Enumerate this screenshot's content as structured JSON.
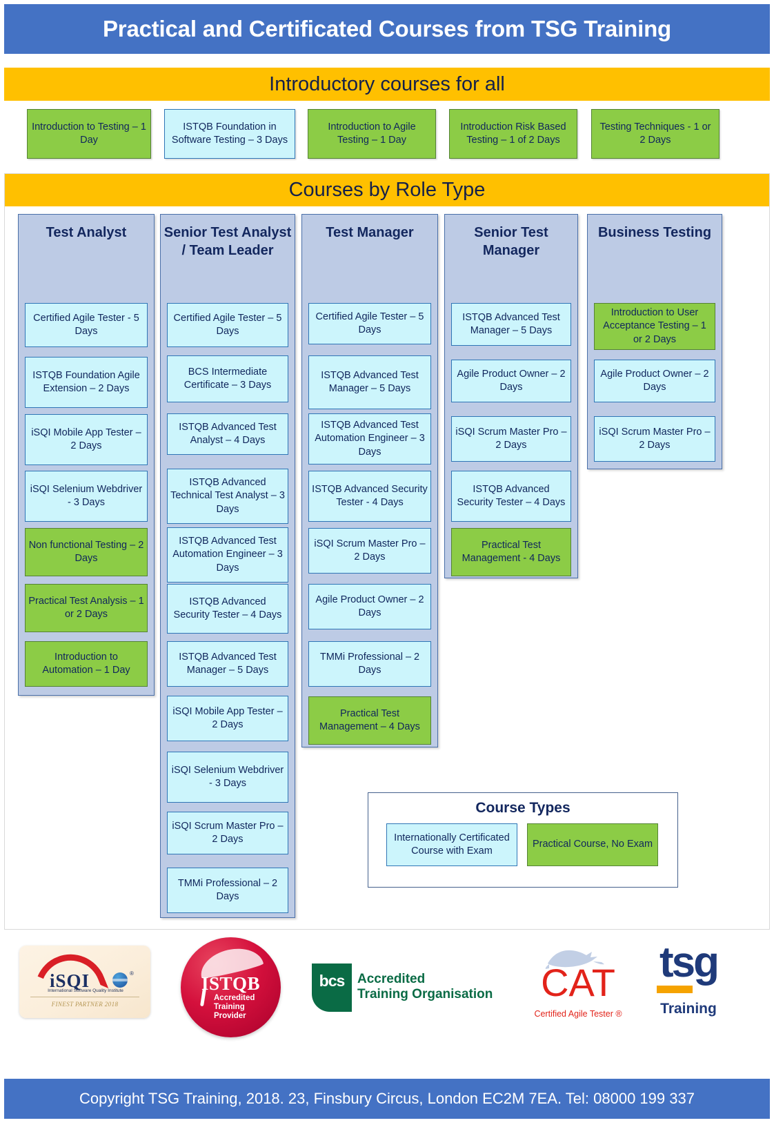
{
  "header": {
    "title": "Practical and Certificated Courses from TSG Training"
  },
  "intro_section": {
    "band_label": "Introductory courses for all",
    "courses": [
      {
        "label": "Introduction to Testing – 1 Day",
        "type": "practical"
      },
      {
        "label": "ISTQB Foundation in Software Testing – 3 Days",
        "type": "certificated"
      },
      {
        "label": "Introduction to Agile Testing – 1 Day",
        "type": "practical"
      },
      {
        "label": "Introduction Risk Based Testing – 1 of 2 Days",
        "type": "practical"
      },
      {
        "label": "Testing Techniques - 1 or 2 Days",
        "type": "practical"
      }
    ]
  },
  "roles_section": {
    "band_label": "Courses by Role Type",
    "columns": [
      {
        "title": "Test Analyst",
        "courses": [
          {
            "label": "Certified Agile Tester - 5 Days",
            "type": "certificated"
          },
          {
            "label": "ISTQB Foundation Agile Extension – 2 Days",
            "type": "certificated"
          },
          {
            "label": "iSQI Mobile App Tester – 2 Days",
            "type": "certificated"
          },
          {
            "label": "iSQI Selenium Webdriver - 3 Days",
            "type": "certificated"
          },
          {
            "label": "Non functional Testing – 2 Days",
            "type": "practical"
          },
          {
            "label": "Practical Test Analysis – 1 or 2 Days",
            "type": "practical"
          },
          {
            "label": "Introduction to Automation – 1 Day",
            "type": "practical"
          }
        ]
      },
      {
        "title": "Senior Test Analyst / Team Leader",
        "courses": [
          {
            "label": "Certified Agile Tester – 5 Days",
            "type": "certificated"
          },
          {
            "label": "BCS Intermediate Certificate – 3 Days",
            "type": "certificated"
          },
          {
            "label": "ISTQB Advanced Test Analyst – 4 Days",
            "type": "certificated"
          },
          {
            "label": "ISTQB Advanced Technical Test Analyst – 3 Days",
            "type": "certificated"
          },
          {
            "label": "ISTQB Advanced Test Automation Engineer – 3 Days",
            "type": "certificated"
          },
          {
            "label": "ISTQB Advanced Security Tester – 4 Days",
            "type": "certificated"
          },
          {
            "label": "ISTQB Advanced Test Manager – 5 Days",
            "type": "certificated"
          },
          {
            "label": "iSQI Mobile App Tester – 2 Days",
            "type": "certificated"
          },
          {
            "label": "iSQI Selenium Webdriver - 3 Days",
            "type": "certificated"
          },
          {
            "label": "iSQI Scrum Master Pro – 2 Days",
            "type": "certificated"
          },
          {
            "label": "TMMi Professional – 2 Days",
            "type": "certificated"
          }
        ]
      },
      {
        "title": "Test Manager",
        "courses": [
          {
            "label": "Certified Agile Tester – 5 Days",
            "type": "certificated"
          },
          {
            "label": "ISTQB Advanced Test Manager – 5 Days",
            "type": "certificated"
          },
          {
            "label": "ISTQB Advanced Test Automation Engineer – 3 Days",
            "type": "certificated"
          },
          {
            "label": "ISTQB Advanced Security Tester - 4 Days",
            "type": "certificated"
          },
          {
            "label": "iSQI Scrum Master Pro – 2 Days",
            "type": "certificated"
          },
          {
            "label": "Agile Product Owner – 2 Days",
            "type": "certificated"
          },
          {
            "label": "TMMi Professional – 2 Days",
            "type": "certificated"
          },
          {
            "label": "Practical Test Management – 4 Days",
            "type": "practical"
          }
        ]
      },
      {
        "title": "Senior Test Manager",
        "courses": [
          {
            "label": "ISTQB Advanced Test Manager – 5 Days",
            "type": "certificated"
          },
          {
            "label": "Agile Product Owner – 2 Days",
            "type": "certificated"
          },
          {
            "label": "iSQI Scrum Master Pro – 2 Days",
            "type": "certificated"
          },
          {
            "label": "ISTQB Advanced Security Tester – 4 Days",
            "type": "certificated"
          },
          {
            "label": "Practical Test Management - 4 Days",
            "type": "practical"
          }
        ]
      },
      {
        "title": "Business Testing",
        "courses": [
          {
            "label": "Introduction to User Acceptance Testing – 1 or 2 Days",
            "type": "practical"
          },
          {
            "label": "Agile Product Owner – 2 Days",
            "type": "certificated"
          },
          {
            "label": "iSQI Scrum Master Pro – 2 Days",
            "type": "certificated"
          }
        ]
      }
    ]
  },
  "legend": {
    "title": "Course Types",
    "items": [
      {
        "label": "Internationally Certificated Course with Exam",
        "type": "certificated"
      },
      {
        "label": "Practical Course, No Exam",
        "type": "practical"
      }
    ]
  },
  "logos": [
    {
      "name": "isqi-logo",
      "word": "iSQI",
      "subtitle": "International Software Quality Institute",
      "partner": "FINEST PARTNER 2018"
    },
    {
      "name": "istqb-logo",
      "word": "ISTQB",
      "subtitle": "Accredited\nTraining\nProvider"
    },
    {
      "name": "bcs-logo",
      "word": "bcs",
      "subtitle": "Accredited\nTraining Organisation"
    },
    {
      "name": "cat-logo",
      "word": "CAT",
      "subtitle": "Certified Agile Tester ®"
    },
    {
      "name": "tsg-logo",
      "word": "tsg",
      "subtitle": "Training"
    }
  ],
  "footer": {
    "copyright": "Copyright TSG Training, 2018. 23, Finsbury Circus, London EC2M 7EA. Tel: 08000 199 337"
  },
  "colors": {
    "brand_blue": "#4472c4",
    "band_yellow": "#ffc000",
    "column_blue": "#bdcbe5",
    "certificated_cyan": "#ccf5fc",
    "practical_green": "#8ccc46",
    "text_navy": "#10265c"
  }
}
